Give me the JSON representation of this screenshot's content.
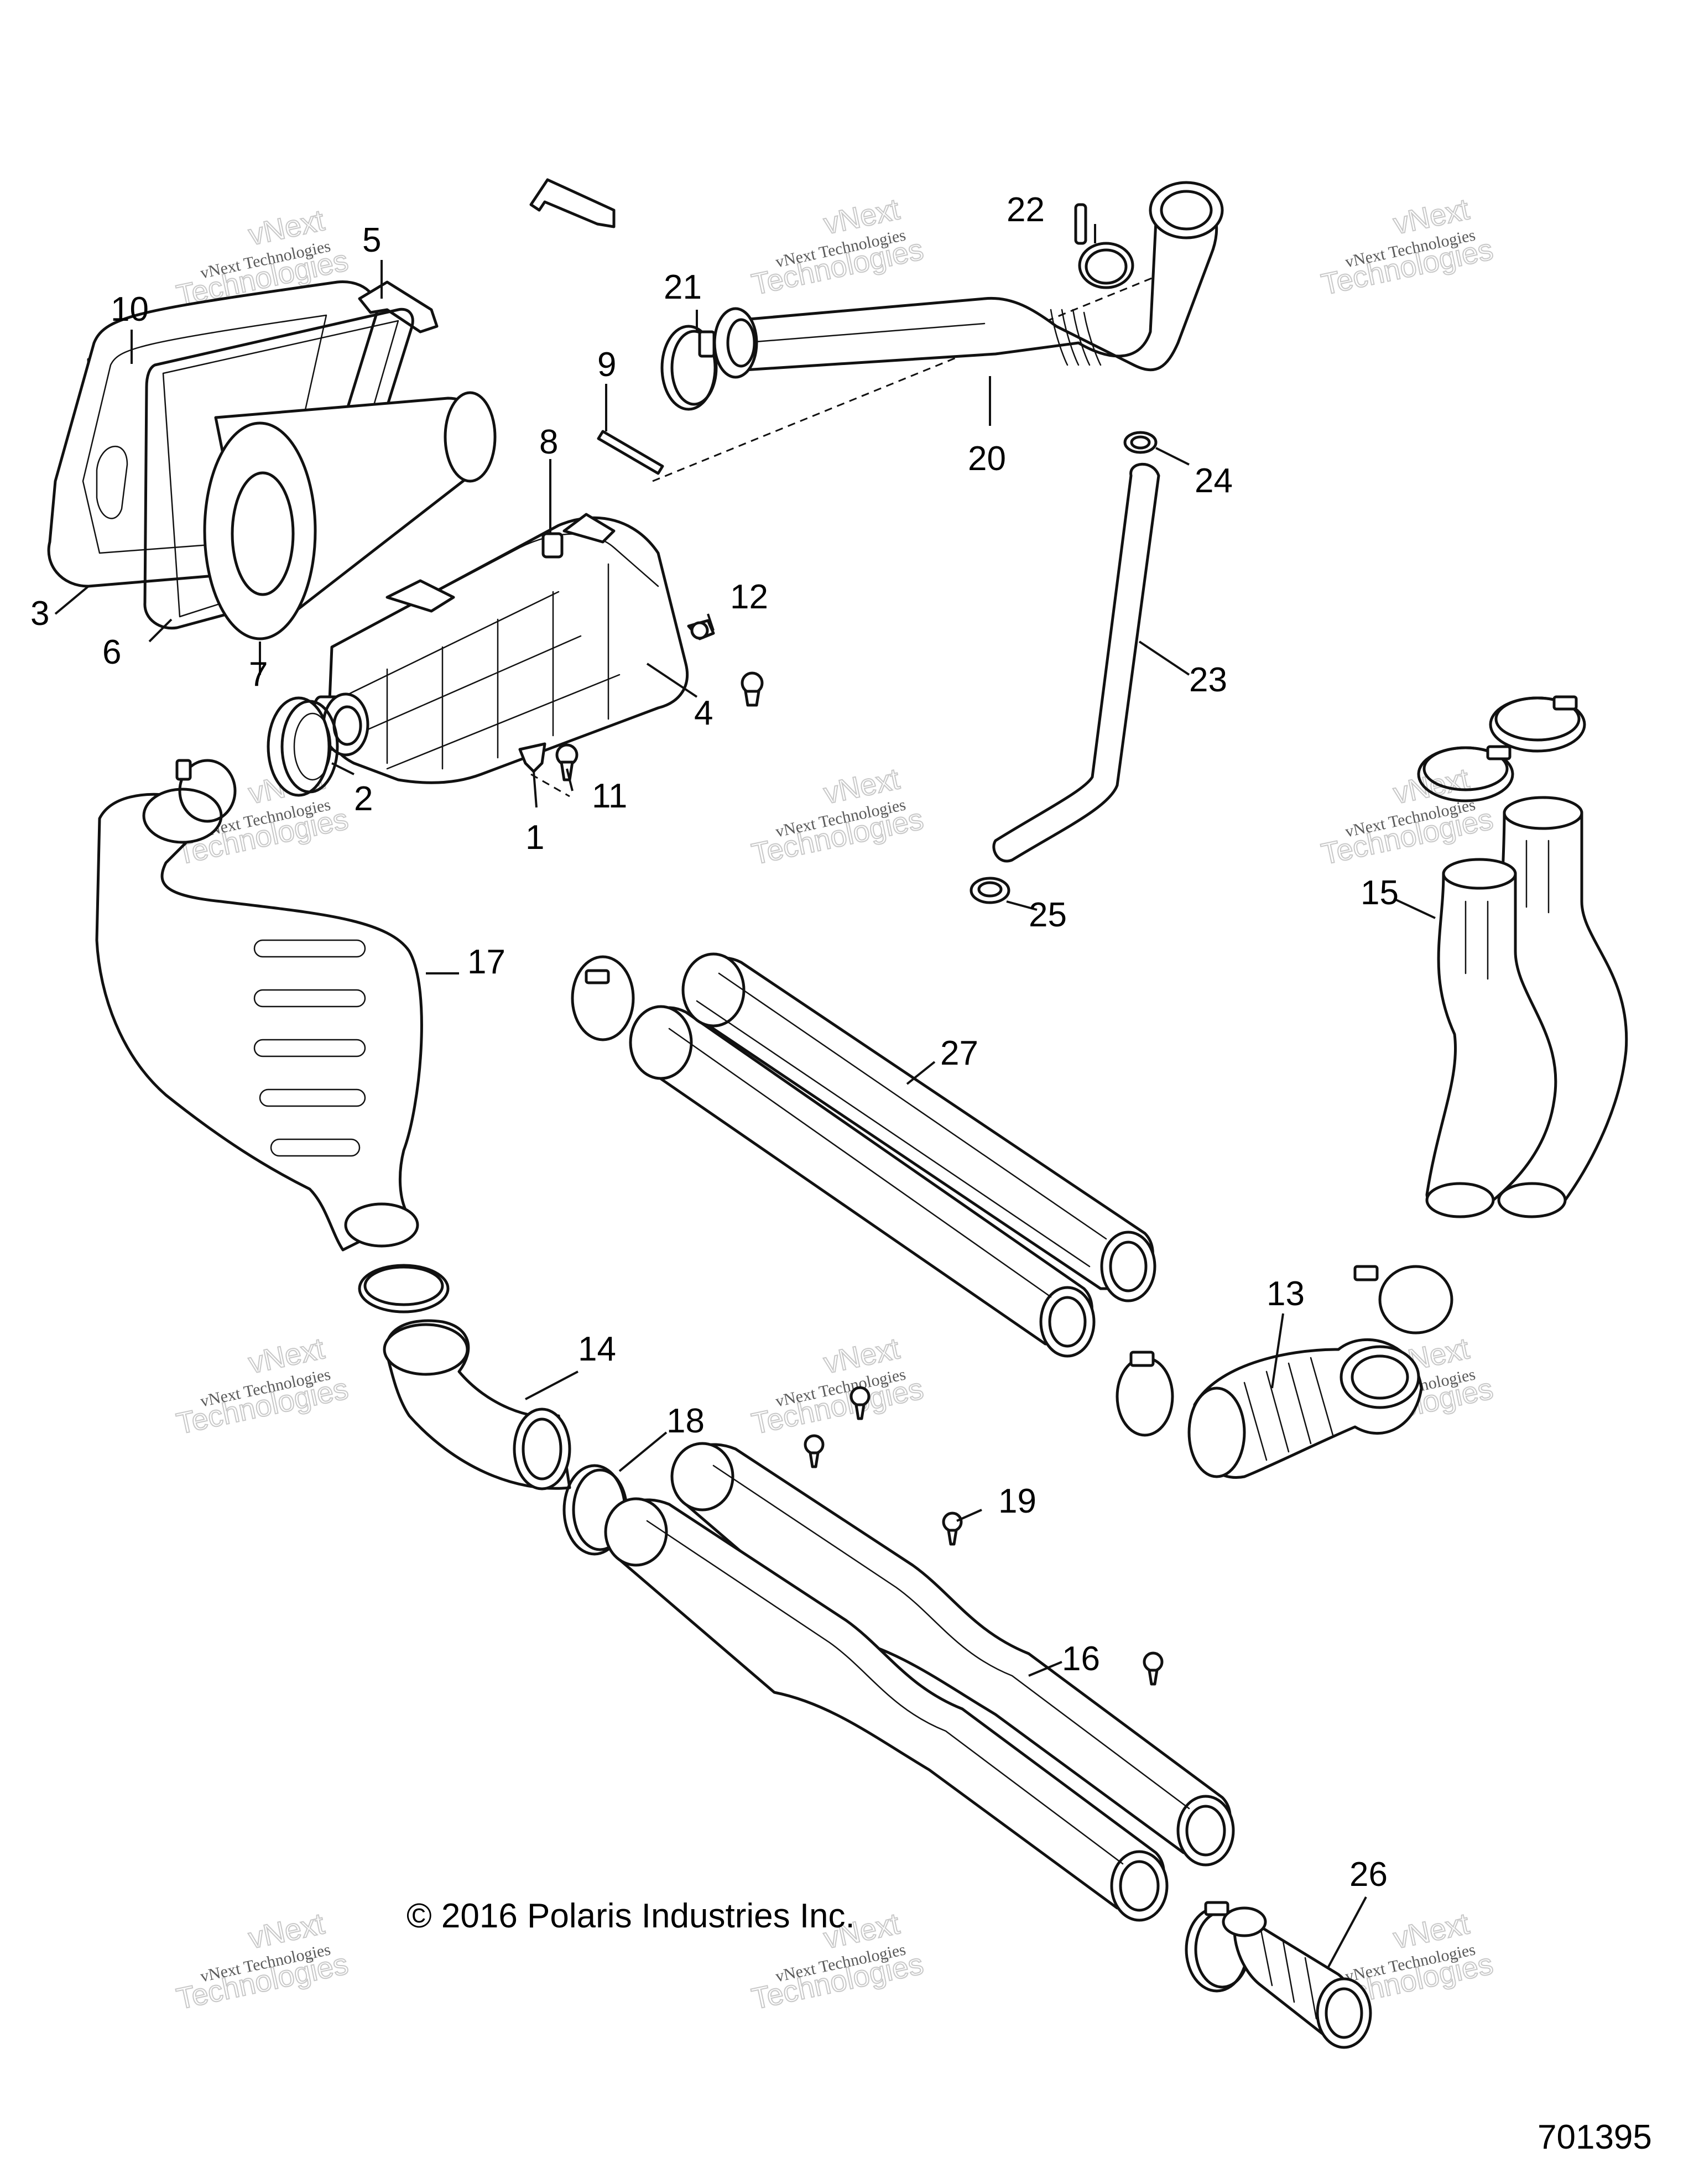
{
  "labels": {
    "p1": "1",
    "p2": "2",
    "p3": "3",
    "p4": "4",
    "p5": "5",
    "p6": "6",
    "p7": "7",
    "p8": "8",
    "p9": "9",
    "p10": "10",
    "p11": "11",
    "p12": "12",
    "p13": "13",
    "p14": "14",
    "p15": "15",
    "p16": "16",
    "p17": "17",
    "p18": "18",
    "p19": "19",
    "p20": "20",
    "p21": "21",
    "p22": "22",
    "p23": "23",
    "p24": "24",
    "p25": "25",
    "p26": "26",
    "p27": "27"
  },
  "copyright": "© 2016 Polaris Industries Inc.",
  "drawing_number": "701395",
  "watermark": {
    "small": "vNext Technologies",
    "big": "Technologies",
    "corner": "vNext"
  }
}
